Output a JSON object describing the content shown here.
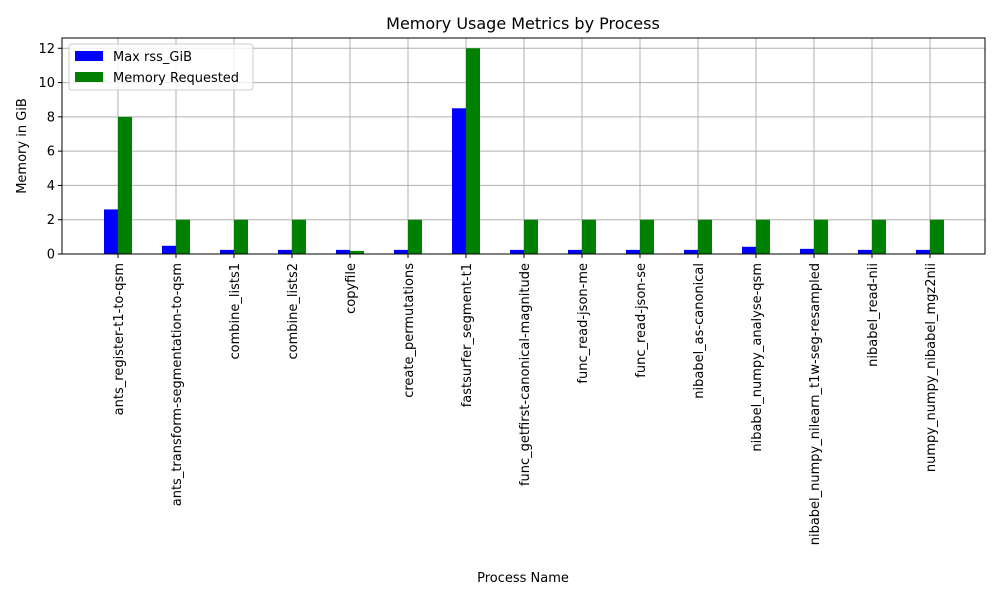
{
  "chart_data": {
    "type": "bar",
    "title": "Memory Usage Metrics by Process",
    "xlabel": "Process Name",
    "ylabel": "Memory in GiB",
    "categories": [
      "ants_register-t1-to-qsm",
      "ants_transform-segmentation-to-qsm",
      "combine_lists1",
      "combine_lists2",
      "copyfile",
      "create_permutations",
      "fastsurfer_segment-t1",
      "func_getfirst-canonical-magnitude",
      "func_read-json-me",
      "func_read-json-se",
      "nibabel_as-canonical",
      "nibabel_numpy_analyse-qsm",
      "nibabel_numpy_nilearn_t1w-seg-resampled",
      "nibabel_read-nii",
      "numpy_numpy_nibabel_mgz2nii"
    ],
    "series": [
      {
        "name": "Max rss_GiB",
        "color": "#0000ff",
        "values": [
          2.6,
          0.48,
          0.24,
          0.24,
          0.24,
          0.24,
          8.5,
          0.24,
          0.24,
          0.24,
          0.24,
          0.42,
          0.3,
          0.24,
          0.24
        ]
      },
      {
        "name": "Memory Requested",
        "color": "#008000",
        "values": [
          8,
          2,
          2,
          2,
          0.18,
          2,
          12,
          2,
          2,
          2,
          2,
          2,
          2,
          2,
          2
        ]
      }
    ],
    "ylim": [
      0,
      12.6
    ],
    "yticks": [
      0,
      2,
      4,
      6,
      8,
      10,
      12
    ],
    "grid": true,
    "legend": "top-left"
  }
}
